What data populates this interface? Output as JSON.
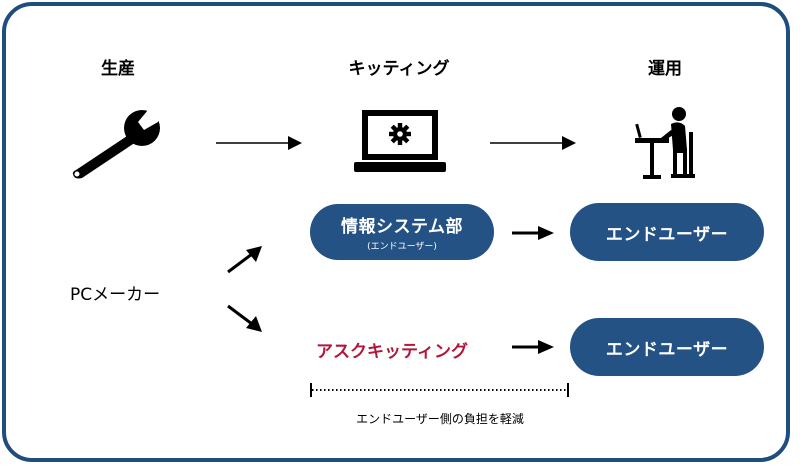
{
  "stages": {
    "production": "生産",
    "kitting": "キッティング",
    "operation": "運用"
  },
  "it_dept": {
    "title": "情報システム部",
    "subtitle": "(エンドユーザー)"
  },
  "end_user_top": "エンドユーザー",
  "end_user_bottom": "エンドユーザー",
  "pc_maker": "PCメーカー",
  "ask_kitting": "アスクキッティング",
  "note": "エンドユーザー側の負担を軽減",
  "colors": {
    "frame": "#1f4e7e",
    "pill": "#245284",
    "ask": "#b0173a"
  },
  "icons": [
    "wrench-icon",
    "laptop-gear-icon",
    "person-at-desk-icon"
  ]
}
